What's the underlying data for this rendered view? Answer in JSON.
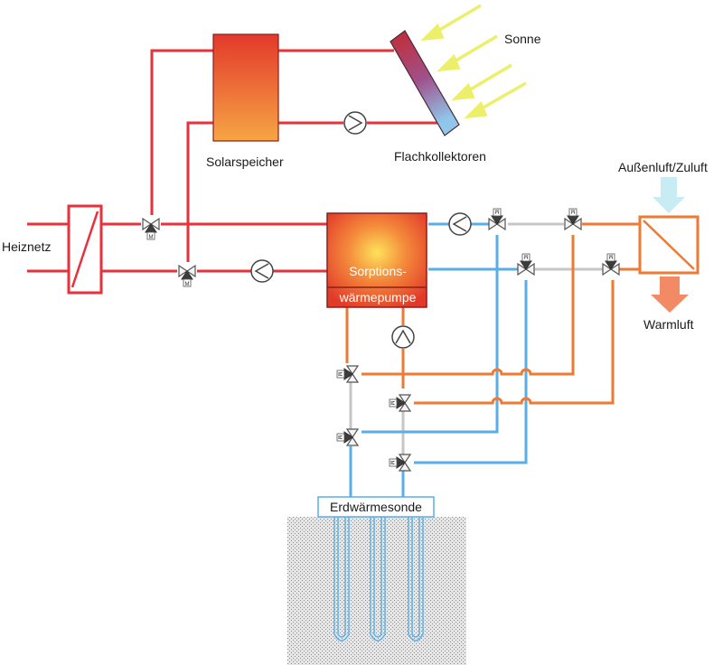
{
  "labels": {
    "sun": "Sonne",
    "solar_storage": "Solarspeicher",
    "flat_collectors": "Flachkollektoren",
    "outside_air": "Außenluft/Zuluft",
    "heating_grid": "Heiznetz",
    "sorption_heatpump_line1": "Sorptions-",
    "sorption_heatpump_line2": "wärmepumpe",
    "warm_air": "Warmluft",
    "ground_probe": "Erdwärmesonde"
  },
  "valve_tag": "M",
  "colors": {
    "red_line": "#e8313a",
    "orange_line": "#ee7a34",
    "blue_line": "#5aaee8",
    "grey_line": "#c6c6c6",
    "sun_ray": "#ecef6a",
    "intake_arrow": "#c7ecf4",
    "warm_air_arrow": "#f28a66"
  }
}
